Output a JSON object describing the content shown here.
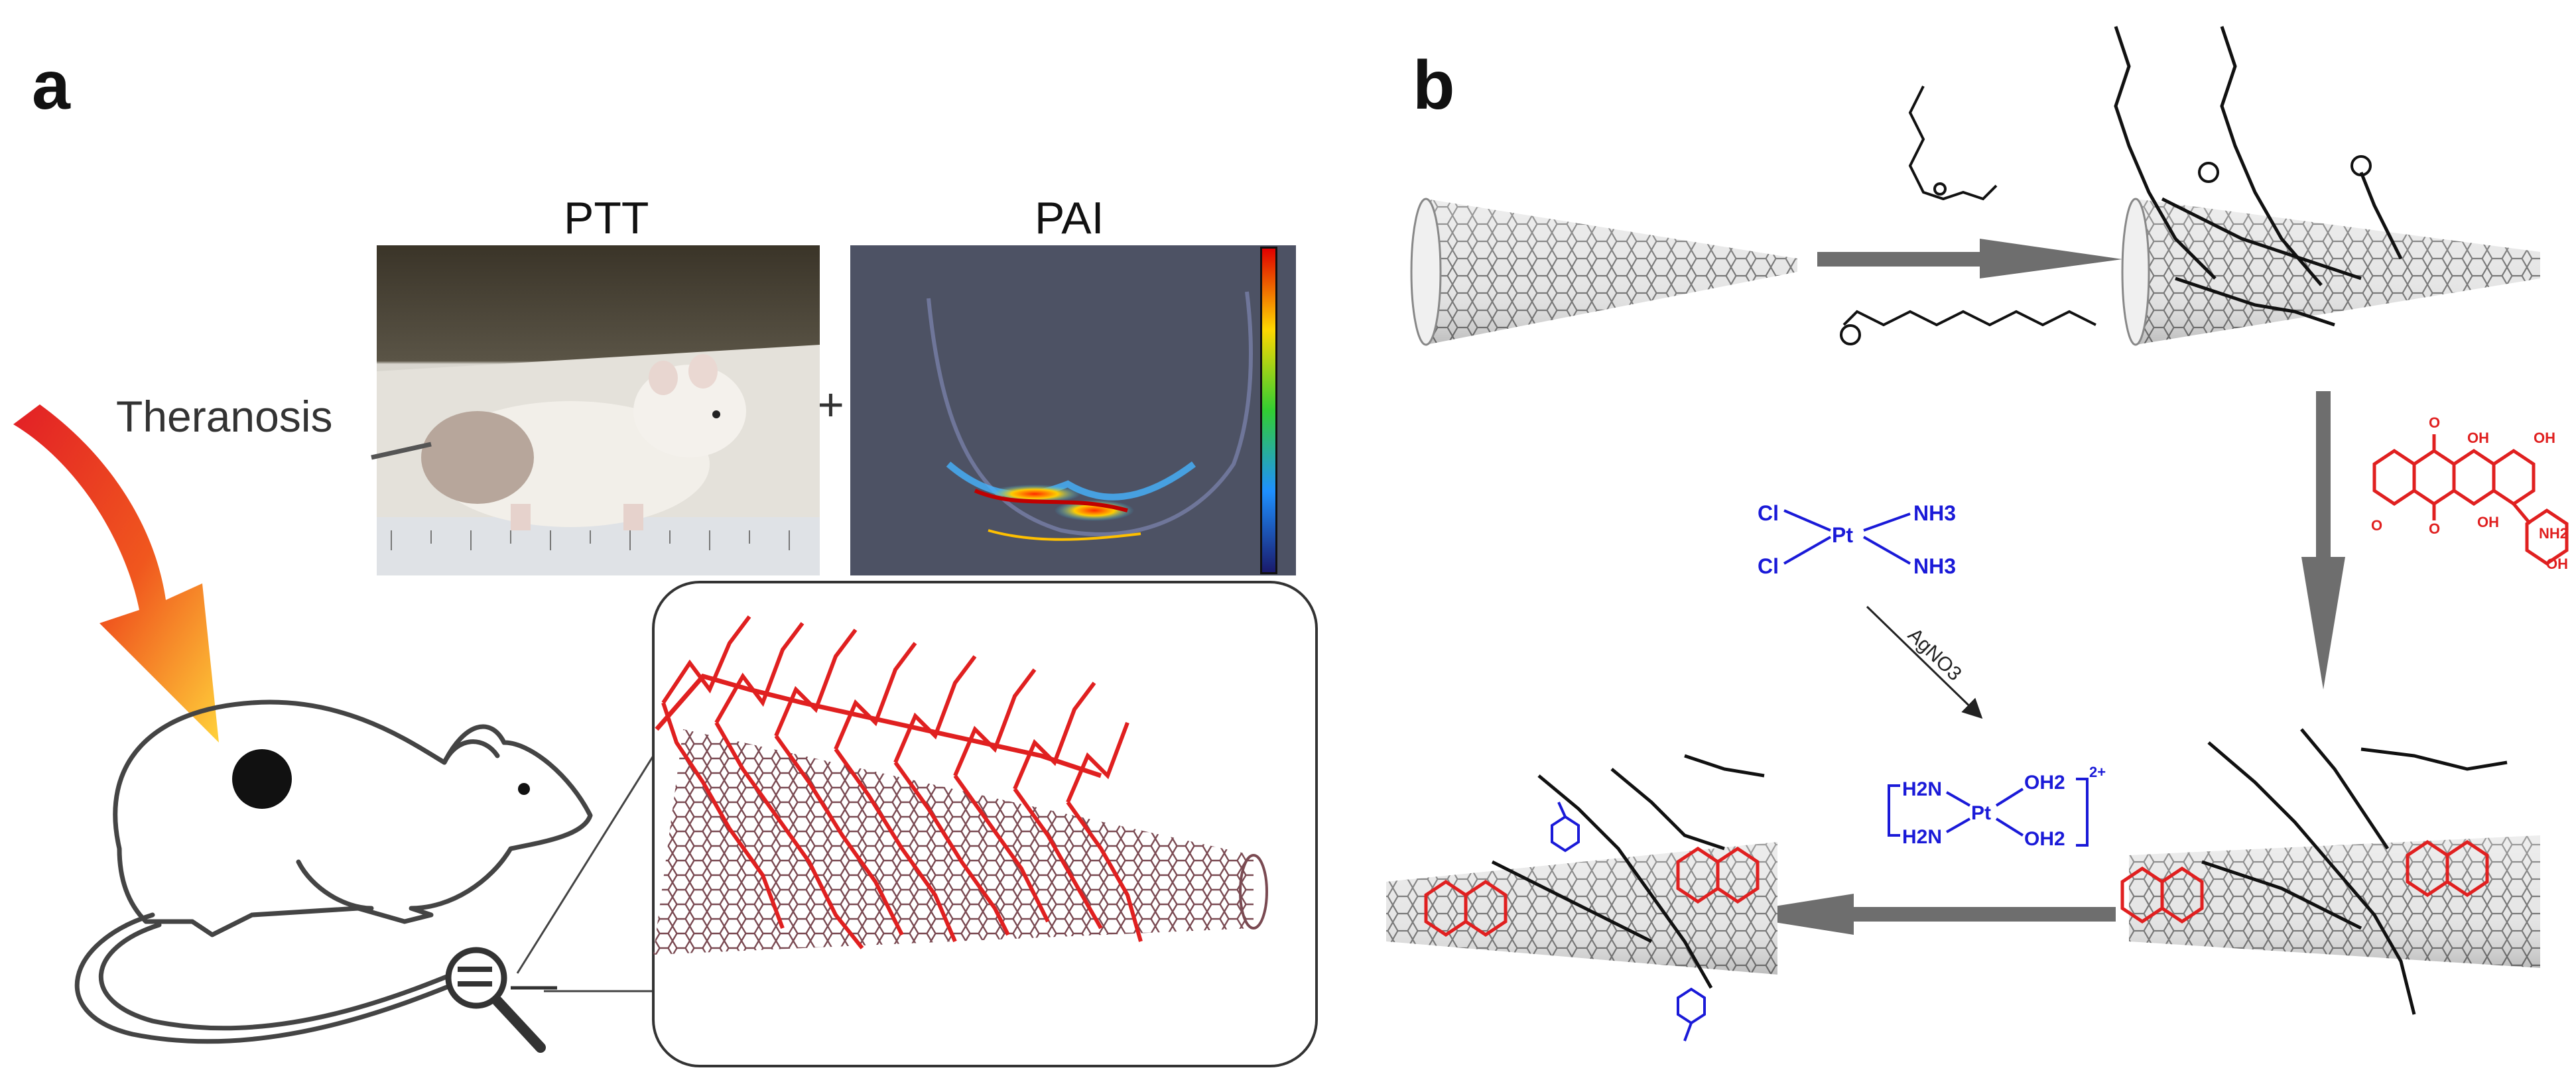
{
  "panel_a": {
    "letter": "a",
    "photo_title": "PTT",
    "image_title": "PAI",
    "side_label": "Theranosis",
    "plus": "+"
  },
  "panel_b": {
    "letter": "b",
    "cisplatin": {
      "cl1": "Cl",
      "cl2": "Cl",
      "nh3a": "NH3",
      "nh3b": "NH3",
      "pt": "Pt"
    },
    "reagent": "AgNO3",
    "aqua_complex": {
      "h2n1": "H2N",
      "h2n2": "H2N",
      "pt": "Pt",
      "oh2a": "OH2",
      "oh2b": "OH2",
      "charge": "2+"
    },
    "doxorubicin": {
      "oh1": "OH",
      "o1": "O",
      "oh2": "OH",
      "o2": "O",
      "oh3": "OH",
      "nh2": "NH2",
      "oh4": "OH",
      "ome": "O"
    }
  },
  "colors": {
    "drug_red": "#e02020",
    "platinum_blue": "#1a1ad8",
    "arrow_gray": "#6e6e6e",
    "nanotube": "#8a8a8a"
  }
}
